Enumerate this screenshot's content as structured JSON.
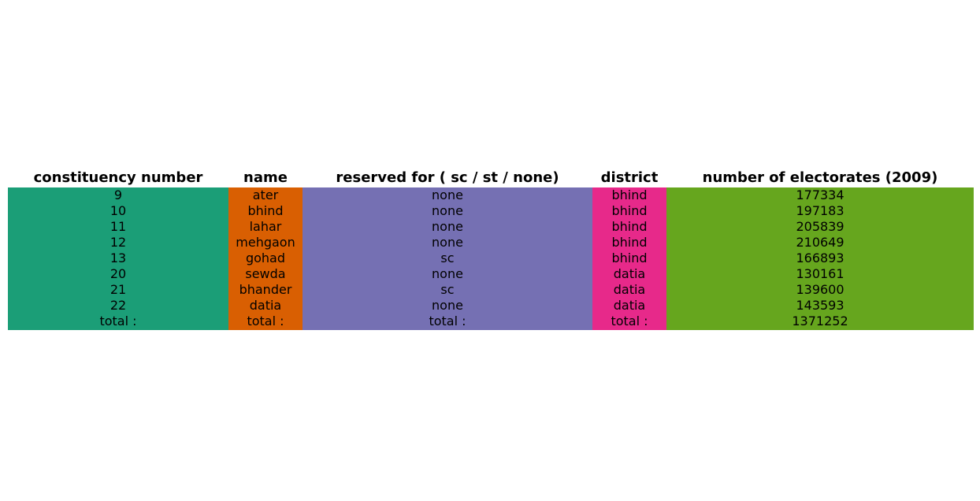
{
  "chart_data": {
    "type": "table",
    "columns": [
      {
        "header": "constituency number",
        "color": "#1b9e77",
        "values": [
          "9",
          "10",
          "11",
          "12",
          "13",
          "20",
          "21",
          "22",
          "total :"
        ]
      },
      {
        "header": "name",
        "color": "#d95f02",
        "values": [
          "ater",
          "bhind",
          "lahar",
          "mehgaon",
          "gohad",
          "sewda",
          "bhander",
          "datia",
          "total :"
        ]
      },
      {
        "header": "reserved for ( sc / st / none)",
        "color": "#7570b3",
        "values": [
          "none",
          "none",
          "none",
          "none",
          "sc",
          "none",
          "sc",
          "none",
          "total :"
        ]
      },
      {
        "header": "district",
        "color": "#e7298a",
        "values": [
          "bhind",
          "bhind",
          "bhind",
          "bhind",
          "bhind",
          "datia",
          "datia",
          "datia",
          "total :"
        ]
      },
      {
        "header": "number of electorates (2009)",
        "color": "#66a61e",
        "values": [
          "177334",
          "197183",
          "205839",
          "210649",
          "166893",
          "130161",
          "139600",
          "143593",
          "1371252"
        ]
      }
    ]
  }
}
